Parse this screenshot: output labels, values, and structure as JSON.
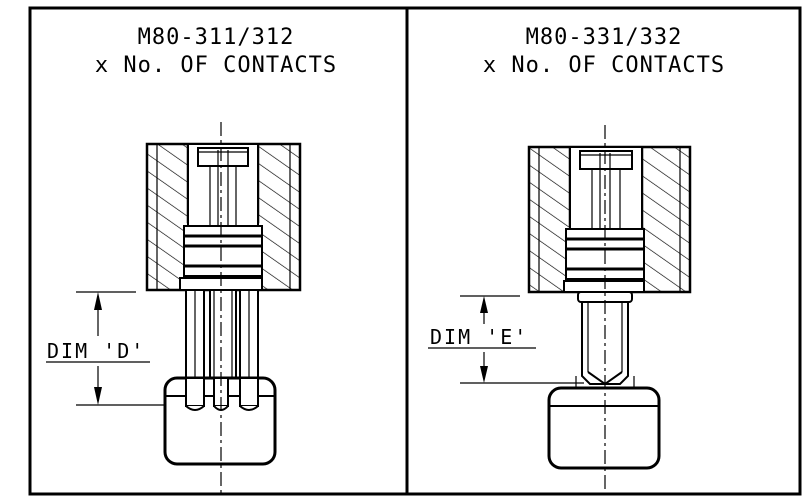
{
  "panels": [
    {
      "title_line1": "M80-311/312",
      "title_line2": "x No. OF CONTACTS",
      "dim_label": "DIM 'D'"
    },
    {
      "title_line1": "M80-331/332",
      "title_line2": "x No. OF CONTACTS",
      "dim_label": "DIM 'E'"
    }
  ]
}
